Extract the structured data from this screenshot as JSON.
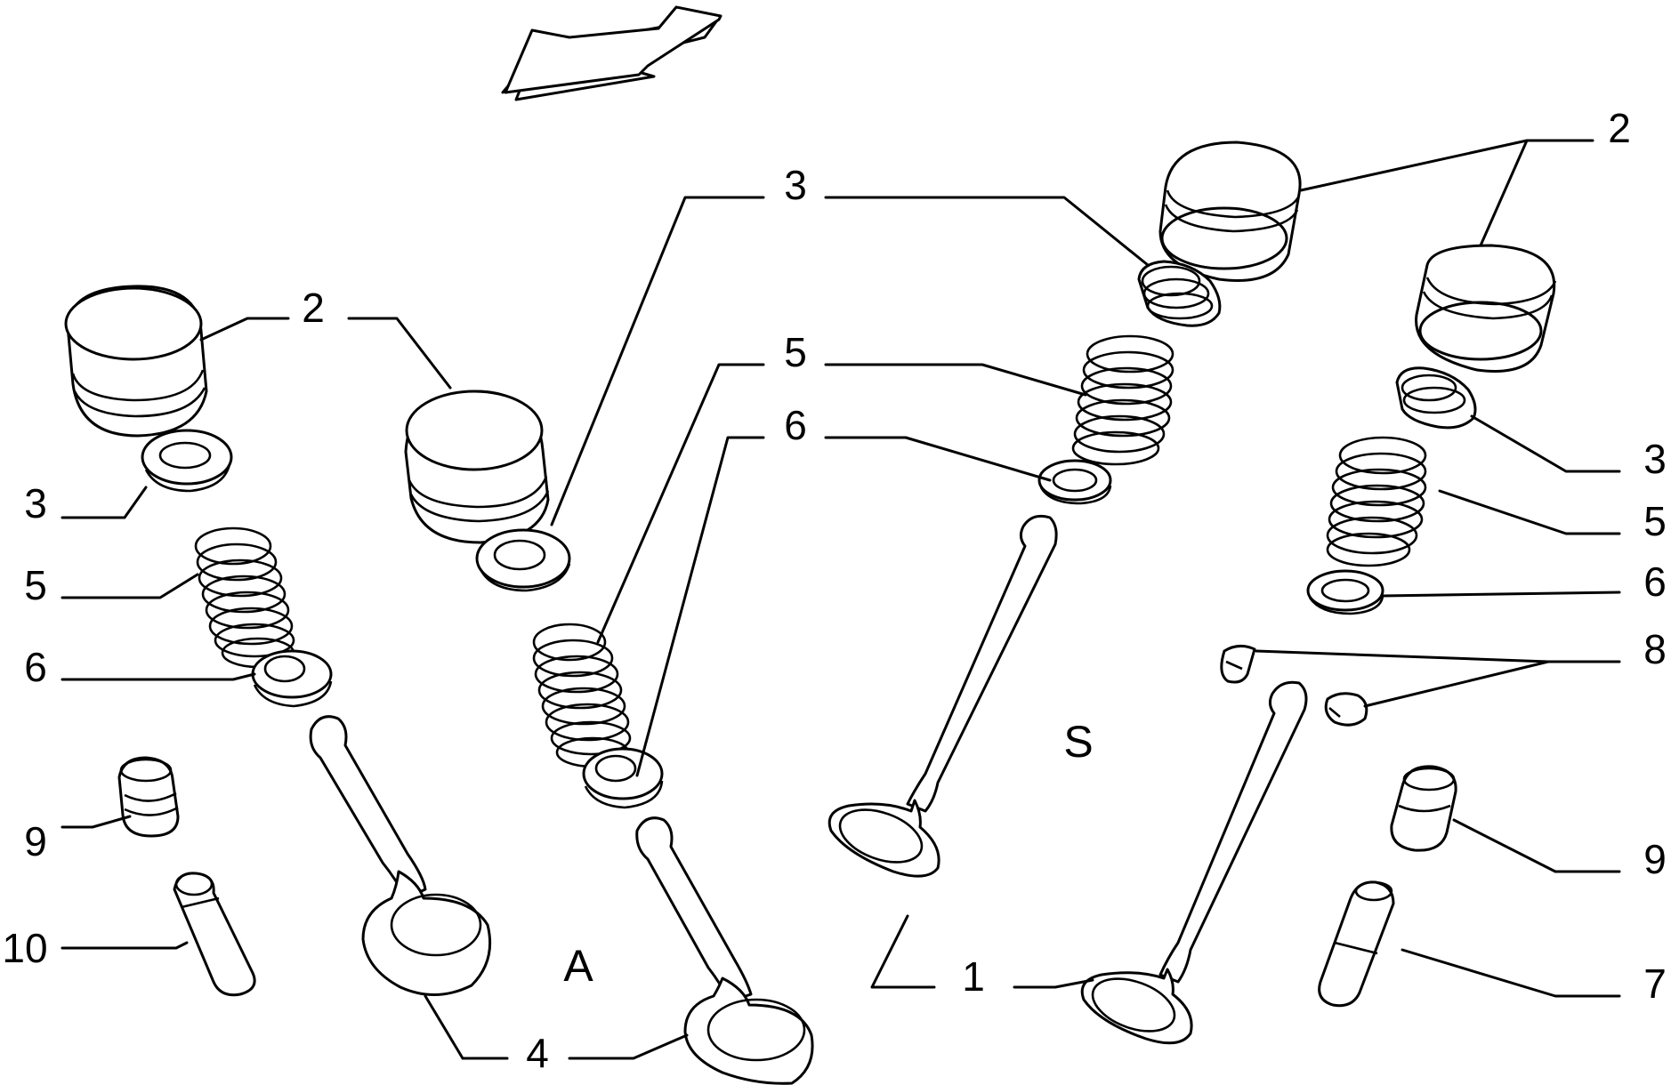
{
  "group_labels": {
    "left": "A",
    "right": "S"
  },
  "callouts": {
    "left_2": "2",
    "left_3_outer": "3",
    "left_5_outer": "5",
    "left_6_outer": "6",
    "left_9": "9",
    "left_10": "10",
    "left_4": "4",
    "mid_3": "3",
    "mid_5": "5",
    "mid_6": "6",
    "right_2": "2",
    "right_3": "3",
    "right_5": "5",
    "right_6": "6",
    "right_8": "8",
    "right_9": "9",
    "right_7": "7",
    "right_1": "1"
  }
}
